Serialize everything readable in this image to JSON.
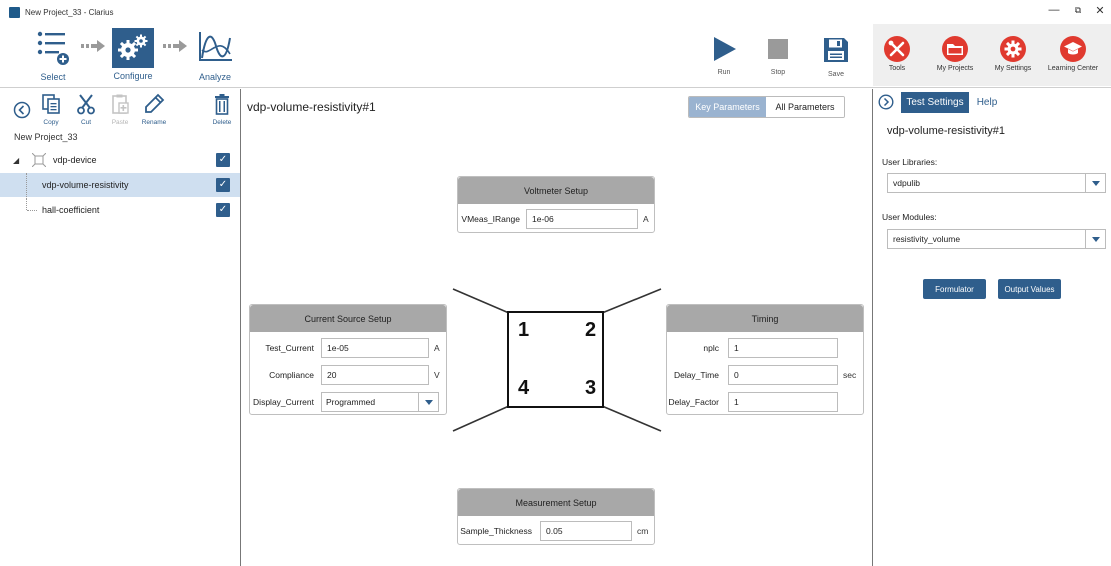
{
  "window": {
    "title": "New Project_33 - Clarius",
    "controls": {
      "minimize": "—",
      "restore": "⧉",
      "close": "✕"
    }
  },
  "workflow": {
    "select_label": "Select",
    "configure_label": "Configure",
    "analyze_label": "Analyze",
    "active_step": "Configure"
  },
  "run_controls": {
    "run_label": "Run",
    "stop_label": "Stop",
    "save_label": "Save"
  },
  "tools": {
    "tools_label": "Tools",
    "my_projects_label": "My Projects",
    "my_settings_label": "My Settings",
    "learning_center_label": "Learning Center"
  },
  "left_toolbar": {
    "copy_label": "Copy",
    "cut_label": "Cut",
    "paste_label": "Paste",
    "rename_label": "Rename",
    "delete_label": "Delete"
  },
  "project_tree": {
    "project_name": "New Project_33",
    "items": [
      {
        "label": "vdp-device",
        "checked": true,
        "selected": false
      },
      {
        "label": "vdp-volume-resistivity",
        "checked": true,
        "selected": true
      },
      {
        "label": "hall-coefficient",
        "checked": true,
        "selected": false
      }
    ]
  },
  "center": {
    "test_title": "vdp-volume-resistivity#1",
    "key_parameters_label": "Key Parameters",
    "all_parameters_label": "All Parameters",
    "voltmeter": {
      "header": "Voltmeter Setup",
      "vmeas_label": "VMeas_IRange",
      "vmeas_value": "1e-06",
      "vmeas_unit": "A"
    },
    "current_source": {
      "header": "Current Source Setup",
      "test_current_label": "Test_Current",
      "test_current_value": "1e-05",
      "test_current_unit": "A",
      "compliance_label": "Compliance",
      "compliance_value": "20",
      "compliance_unit": "V",
      "display_current_label": "Display_Current",
      "display_current_value": "Programmed"
    },
    "timing": {
      "header": "Timing",
      "nplc_label": "nplc",
      "nplc_value": "1",
      "delay_time_label": "Delay_Time",
      "delay_time_value": "0",
      "delay_time_unit": "sec",
      "delay_factor_label": "Delay_Factor",
      "delay_factor_value": "1"
    },
    "measurement": {
      "header": "Measurement Setup",
      "sample_thickness_label": "Sample_Thickness",
      "sample_thickness_value": "0.05",
      "sample_thickness_unit": "cm"
    },
    "terminals": {
      "t1": "1",
      "t2": "2",
      "t3": "3",
      "t4": "4"
    }
  },
  "right_pane": {
    "tab_test_settings": "Test Settings",
    "tab_help": "Help",
    "title": "vdp-volume-resistivity#1",
    "user_libraries_label": "User Libraries:",
    "user_libraries_value": "vdpulib",
    "user_modules_label": "User Modules:",
    "user_modules_value": "resistivity_volume",
    "formulator_label": "Formulator",
    "output_values_label": "Output Values"
  },
  "colors": {
    "accent": "#2f5e8c",
    "selected_row": "#cfdff0",
    "panel_header": "#a8a8a8",
    "tool_icon_red": "#e03a2f",
    "key_params_active": "#9ab3d0"
  },
  "icons": {
    "select": "list-add-icon",
    "configure": "gears-icon",
    "analyze": "graph-icon",
    "run": "play-icon",
    "stop": "stop-icon",
    "save": "floppy-disk-icon",
    "tools": "wrench-screwdriver-icon",
    "my_projects": "folder-icon",
    "my_settings": "gear-icon",
    "learning_center": "graduation-cap-icon"
  }
}
